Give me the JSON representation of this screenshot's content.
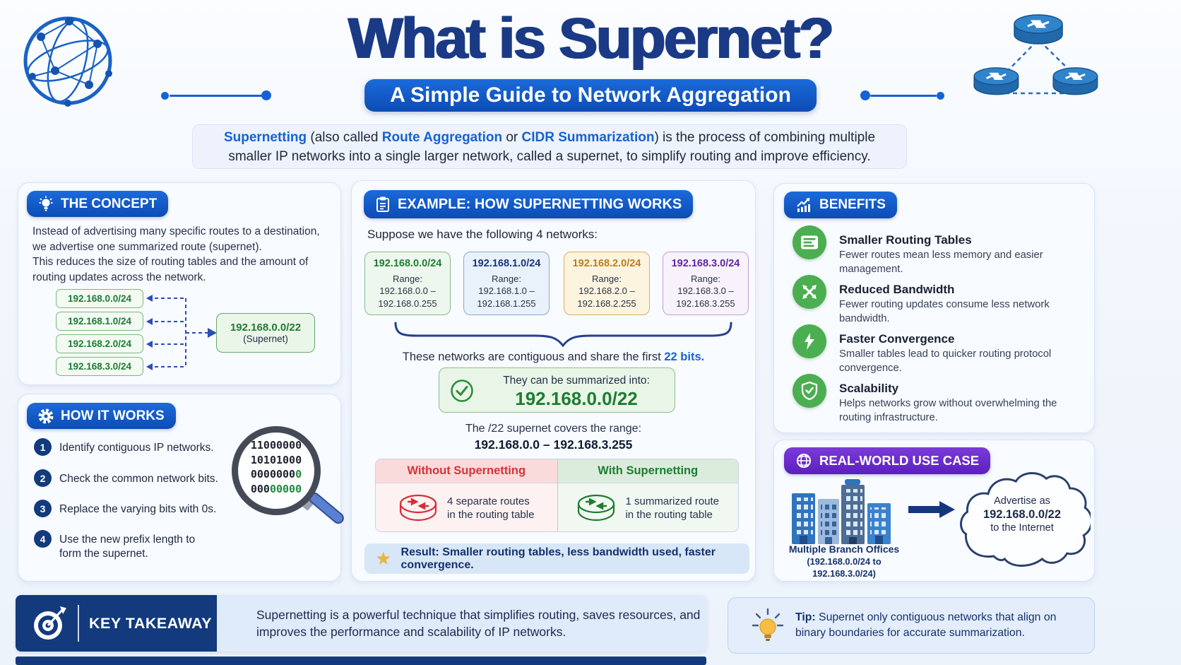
{
  "header": {
    "title": "What is Supernet?",
    "subtitle": "A Simple Guide to Network Aggregation"
  },
  "intro": {
    "b1": "Supernetting",
    "t1": " (also called ",
    "b2": "Route Aggregation",
    "t2": " or ",
    "b3": "CIDR Summarization",
    "t3": ") is the process of combining multiple",
    "line2": "smaller IP networks into a single larger network, called a supernet, to simplify routing and improve efficiency."
  },
  "concept": {
    "title": "THE CONCEPT",
    "p1": "Instead of advertising many specific routes to a destination, we advertise one summarized route (supernet).",
    "p2": "This reduces the size of routing tables and the amount of routing updates across the network.",
    "networks": [
      "192.168.0.0/24",
      "192.168.1.0/24",
      "192.168.2.0/24",
      "192.168.3.0/24"
    ],
    "supernet_cidr": "192.168.0.0/22",
    "supernet_label": "(Supernet)"
  },
  "how": {
    "title": "HOW IT WORKS",
    "steps": [
      {
        "num": "1",
        "text": "Identify contiguous IP networks."
      },
      {
        "num": "2",
        "text": "Check the common network bits."
      },
      {
        "num": "3",
        "text": "Replace the varying bits with 0s."
      },
      {
        "num": "4",
        "text": "Use the new prefix length to form the supernet."
      }
    ],
    "binary": [
      {
        "dark": "11000000",
        "green": ""
      },
      {
        "dark": "10101000",
        "green": ""
      },
      {
        "dark": "0000000",
        "green": "0"
      },
      {
        "dark": "000",
        "green": "00000"
      }
    ]
  },
  "example": {
    "title": "EXAMPLE: HOW SUPERNETTING WORKS",
    "lead": "Suppose we have the following 4 networks:",
    "networks": [
      {
        "cidr": "192.168.0.0/24",
        "range_label": "Range:",
        "from": "192.168.0.0 –",
        "to": "192.168.0.255"
      },
      {
        "cidr": "192.168.1.0/24",
        "range_label": "Range:",
        "from": "192.168.1.0 –",
        "to": "192.168.1.255"
      },
      {
        "cidr": "192.168.2.0/24",
        "range_label": "Range:",
        "from": "192.168.2.0 –",
        "to": "192.168.2.255"
      },
      {
        "cidr": "192.168.3.0/24",
        "range_label": "Range:",
        "from": "192.168.3.0 –",
        "to": "192.168.3.255"
      }
    ],
    "contiguous_text": "These networks are contiguous and share the first ",
    "contiguous_bold": "22 bits.",
    "summary_label": "They can be summarized into:",
    "summary_cidr": "192.168.0.0/22",
    "covers_label": "The /22 supernet covers the range:",
    "covers_range": "192.168.0.0 – 192.168.3.255",
    "compare": {
      "left_title": "Without Supernetting",
      "left_line1": "4 separate routes",
      "left_line2": "in the routing table",
      "right_title": "With Supernetting",
      "right_line1": "1 summarized route",
      "right_line2": "in the routing table"
    },
    "result_bold": "Result:",
    "result_text": " Smaller routing tables, less bandwidth used, faster convergence."
  },
  "benefits": {
    "title": "BENEFITS",
    "items": [
      {
        "icon": "routing-table-icon",
        "title": "Smaller Routing Tables",
        "desc": "Fewer routes mean less memory and easier management."
      },
      {
        "icon": "crossed-arrows-icon",
        "title": "Reduced Bandwidth",
        "desc": "Fewer routing updates consume less network bandwidth."
      },
      {
        "icon": "lightning-icon",
        "title": "Faster Convergence",
        "desc": "Smaller tables lead to quicker routing protocol convergence."
      },
      {
        "icon": "shield-check-icon",
        "title": "Scalability",
        "desc": "Helps networks grow without overwhelming the routing infrastructure."
      }
    ]
  },
  "usecase": {
    "title": "REAL-WORLD USE CASE",
    "caption_line1": "Multiple Branch Offices",
    "caption_line2": "(192.168.0.0/24 to",
    "caption_line3": "192.168.3.0/24)",
    "cloud_line1": "Advertise as",
    "cloud_line2": "192.168.0.0/22",
    "cloud_line3": "to the Internet"
  },
  "takeaway": {
    "title": "KEY TAKEAWAY",
    "text": "Supernetting is a powerful technique that simplifies routing, saves resources, and improves the performance and scalability of IP networks."
  },
  "tip": {
    "bold": "Tip:",
    "text": " Supernet only contiguous networks that align on binary boundaries for accurate summarization."
  },
  "icons": {
    "star": "★"
  },
  "colors": {
    "accent_blue": "#1563d2",
    "navy": "#123a7d",
    "green": "#1e7d32",
    "purple": "#6b2acb",
    "red": "#d4303a",
    "gold": "#f0b43a",
    "benefit_green": "#4bae50"
  }
}
